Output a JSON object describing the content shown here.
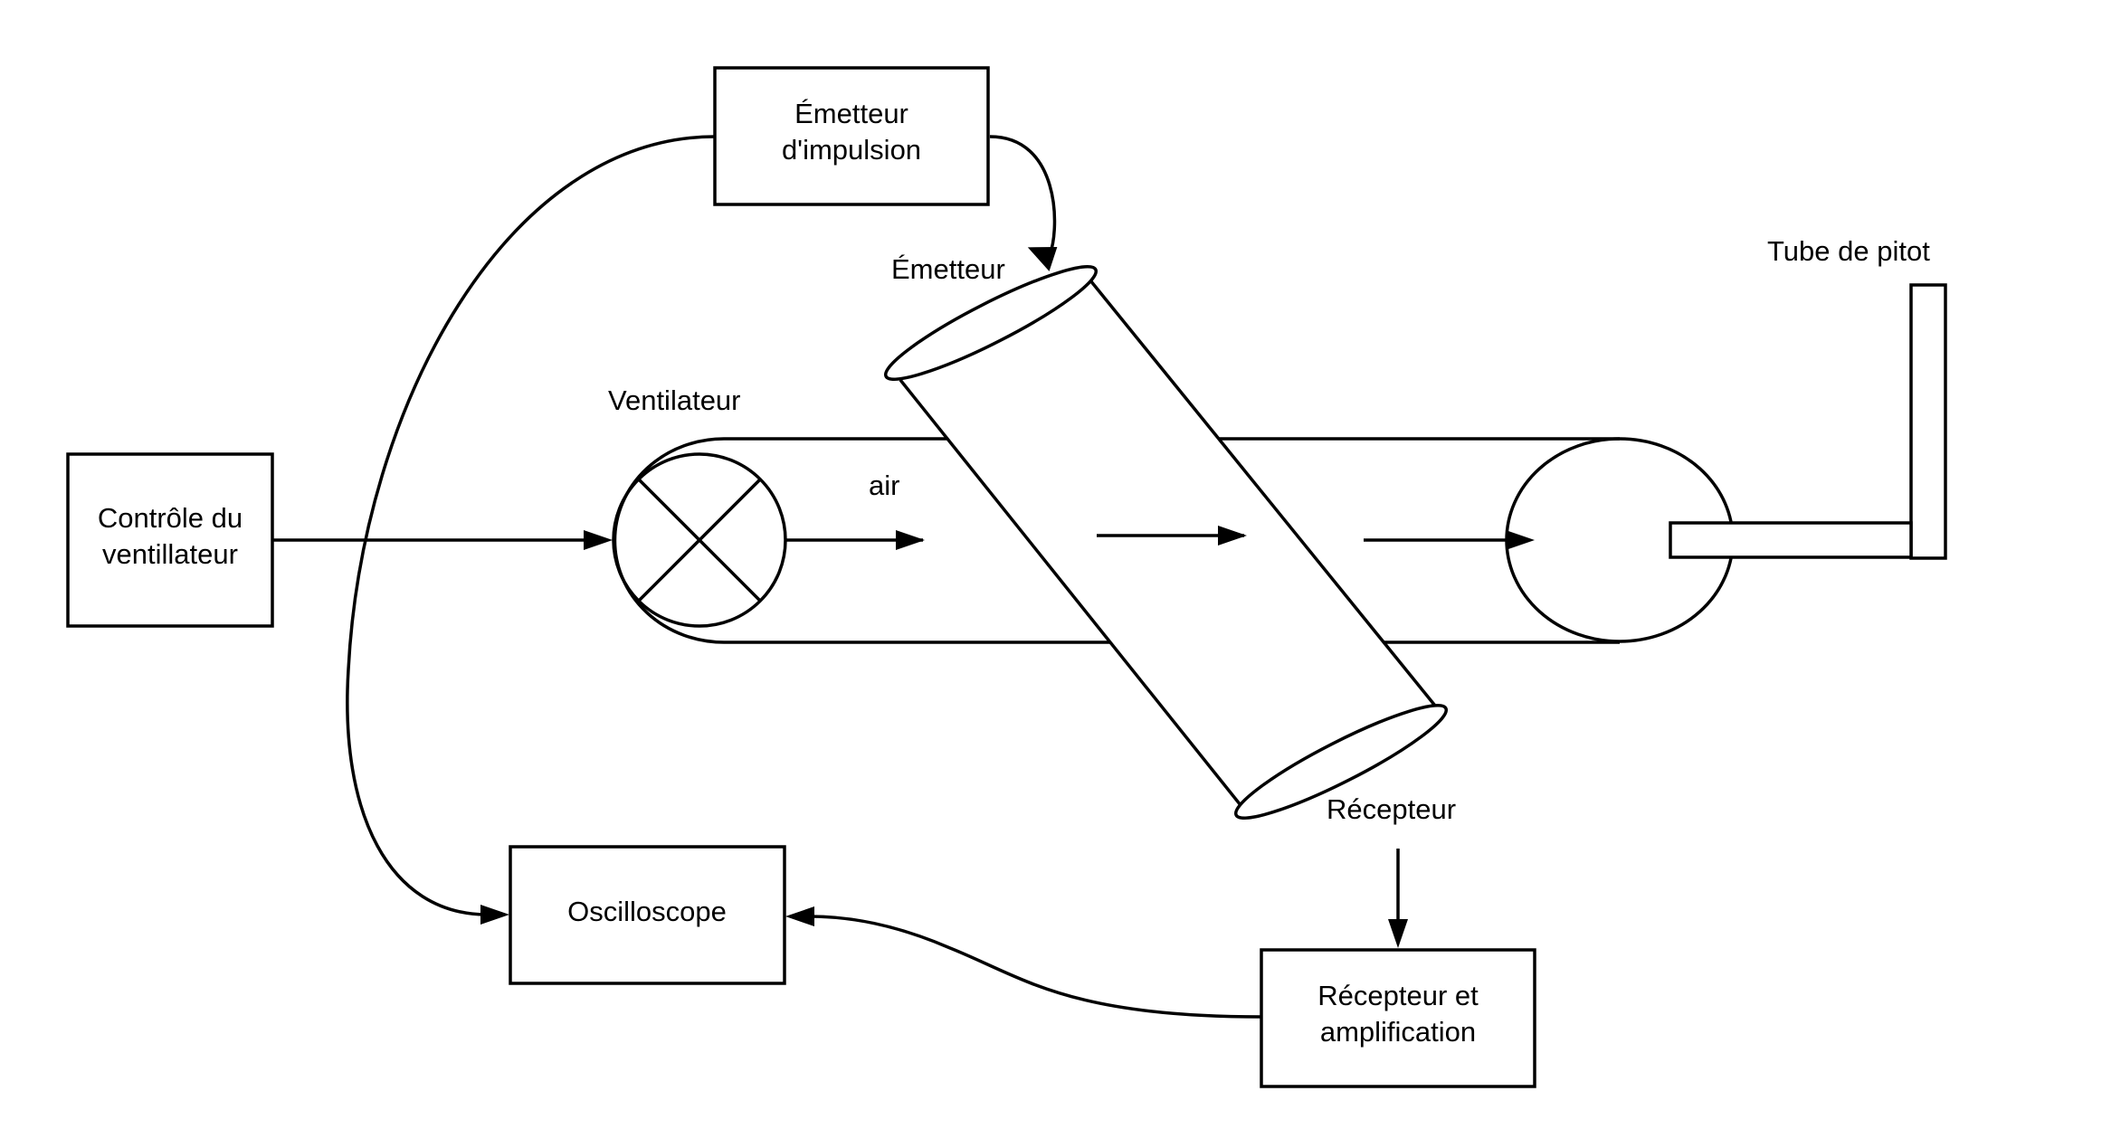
{
  "diagram": {
    "boxes": {
      "emitter_pulse": {
        "line1": "Émetteur",
        "line2": "d'impulsion"
      },
      "fan_control": {
        "line1": "Contrôle du",
        "line2": "ventillateur"
      },
      "oscilloscope": {
        "line1": "Oscilloscope"
      },
      "receiver_amp": {
        "line1": "Récepteur et",
        "line2": "amplification"
      }
    },
    "labels": {
      "emitter": "Émetteur",
      "fan": "Ventilateur",
      "air": "air",
      "receiver": "Récepteur",
      "pitot": "Tube de pitot"
    }
  }
}
